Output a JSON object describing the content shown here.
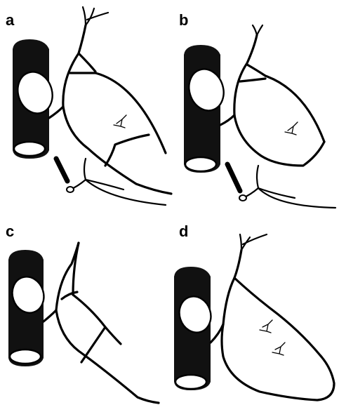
{
  "figure": {
    "panels": [
      {
        "id": "a",
        "label": "a"
      },
      {
        "id": "b",
        "label": "b"
      },
      {
        "id": "c",
        "label": "c"
      },
      {
        "id": "d",
        "label": "d"
      }
    ]
  }
}
